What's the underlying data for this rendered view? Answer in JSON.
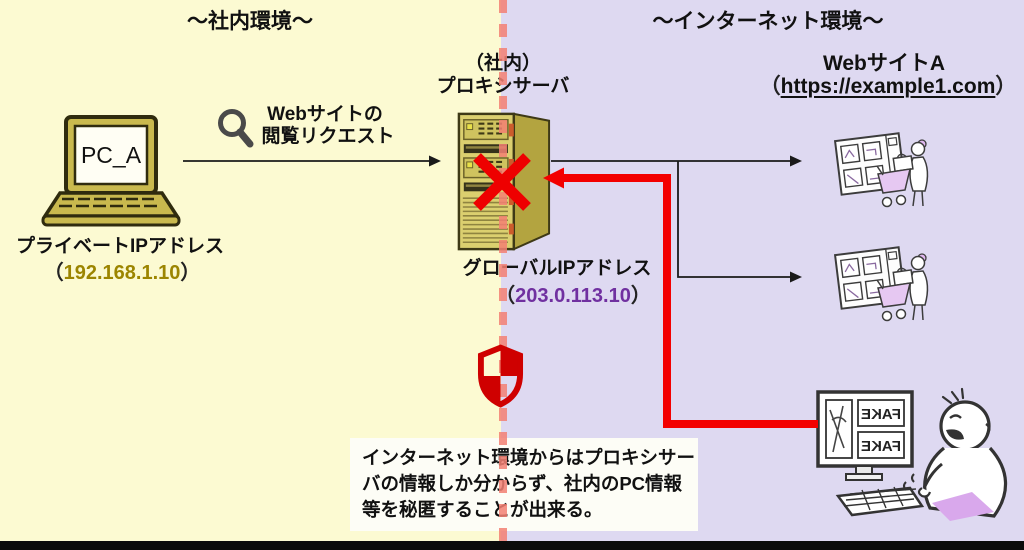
{
  "zones": {
    "left": {
      "title": "〜社内環境〜",
      "bg_color": "#fcfad2"
    },
    "right": {
      "title": "〜インターネット環境〜",
      "bg_color": "#ded9f1"
    }
  },
  "pc": {
    "screen_label": "PC_A",
    "ip_label": "プライベートIPアドレス",
    "ip_open": "（",
    "ip": "192.168.1.10",
    "ip_close": "）",
    "ip_color": "#9c8500"
  },
  "request": {
    "label_line1": "Webサイトの",
    "label_line2": "閲覧リクエスト"
  },
  "proxy": {
    "name_line1": "（社内）",
    "name_line2": "プロキシサーバ",
    "ip_label": "グローバルIPアドレス",
    "ip_open": "（",
    "ip": "203.0.113.10",
    "ip_close": "）",
    "ip_color": "#7030a0"
  },
  "website": {
    "name": "WebサイトA",
    "url_open": "（",
    "url": "https://example1.com",
    "url_close": "）"
  },
  "attacker": {
    "fake_label": "FAKE"
  },
  "note": {
    "lines": [
      "インターネット環境からはプロキシサー",
      "バの情報しか分からず、社内のPC情報",
      "等を秘匿することが出来る。"
    ]
  },
  "icons": {
    "search": "magnifier",
    "pc": "laptop",
    "proxy": "tower-server",
    "block": "red-x-mark",
    "shield": "red-checkered-shield",
    "website": "online-shop-illustration",
    "attacker": "hacker-with-fake-monitor-illustration"
  },
  "colors": {
    "divider_dash": "#f38073",
    "alert_red": "#ee0000",
    "attack_line_red": "#f30000",
    "server_olive": "#dbcf6f",
    "laptop_olive": "#c9b94e",
    "illustration_purple": "#d9a8ec",
    "bottom_bar": "#0b0b0b"
  }
}
